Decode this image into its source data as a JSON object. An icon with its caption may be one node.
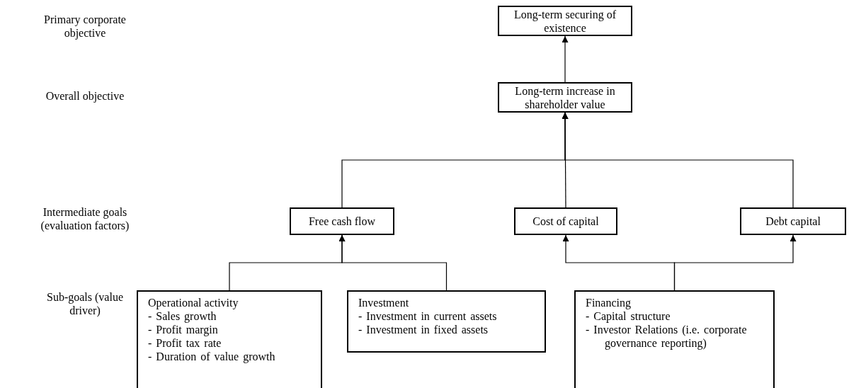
{
  "diagram": {
    "nodes": [
      {
        "text": [
          "Long-term securing of existence"
        ]
      },
      {
        "text": [
          "Long-term increase in shareholder value"
        ]
      },
      {
        "text": [
          "Free cash flow"
        ]
      },
      {
        "text": [
          "Cost of capital"
        ]
      },
      {
        "text": [
          "Debt capital"
        ]
      },
      {
        "text": [
          "Operational activity",
          "- Sales growth",
          "- Profit margin",
          "- Profit tax rate",
          "- Duration of value growth"
        ]
      },
      {
        "text": [
          "Investment",
          "- Investment in current assets",
          "- Investment in fixed assets"
        ]
      },
      {
        "text": [
          "Financing",
          "- Capital structure",
          "- Investor Relations (i.e. corporate governance reporting)"
        ]
      }
    ],
    "edges": [
      {
        "from": 1,
        "to": 0,
        "arrow": "to"
      },
      {
        "from": 2,
        "to": 1,
        "arrow": "to"
      },
      {
        "from": 3,
        "to": 1,
        "arrow": "to"
      },
      {
        "from": 4,
        "to": 1,
        "arrow": "to"
      },
      {
        "from": 5,
        "to": 2,
        "arrow": "to"
      },
      {
        "from": 6,
        "to": 2,
        "arrow": "to"
      },
      {
        "from": 7,
        "to": 3,
        "arrow": "to"
      },
      {
        "from": 7,
        "to": 4,
        "arrow": "to"
      }
    ],
    "labels": [
      "Primary corporate objective",
      "Overall objective",
      "Intermediate goals (evaluation factors)",
      "Sub-goals (value driver)"
    ]
  }
}
